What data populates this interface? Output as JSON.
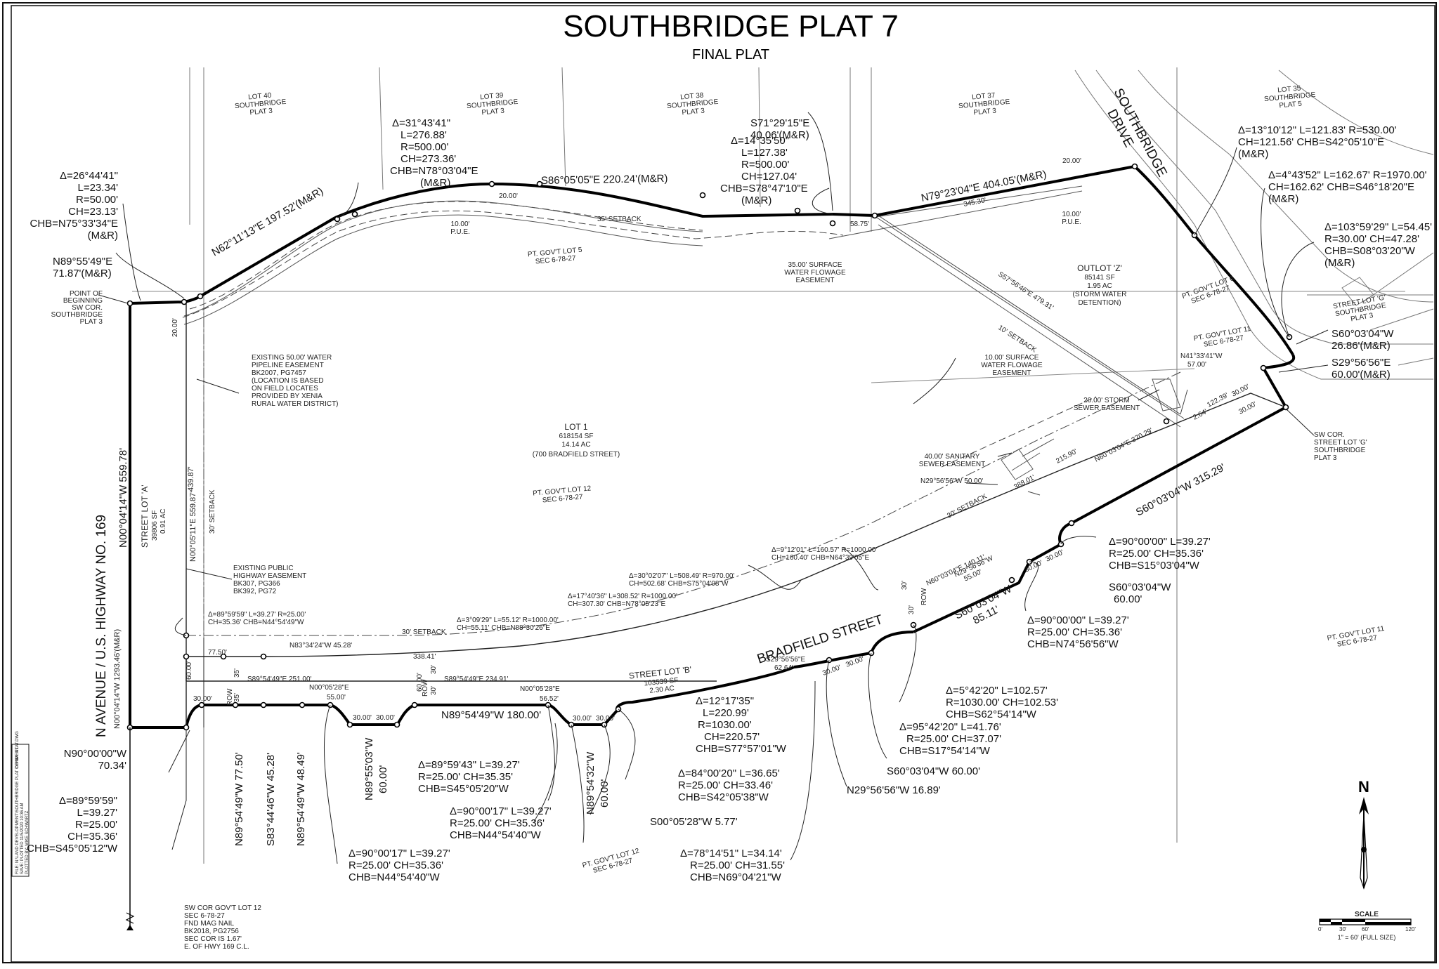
{
  "title": "SOUTHBRIDGE PLAT 7",
  "subtitle": "FINAL PLAT",
  "roads": {
    "highway": "N AVENUE  /  U.S. HIGHWAY NO. 169",
    "bradfield": "BRADFIELD STREET",
    "southbridge": [
      "SOUTHBRIDGE",
      "DRIVE"
    ]
  },
  "lots": {
    "lot1": [
      "LOT 1",
      "618154 SF",
      "14.14 AC",
      "(700 BRADFIELD STREET)"
    ],
    "outlot_z": [
      "OUTLOT 'Z'",
      "85141 SF",
      "1.95 AC",
      "(STORM WATER",
      "DETENTION)"
    ],
    "street_lot_a": [
      "STREET LOT 'A'",
      "39806 SF",
      "0.91 AC"
    ],
    "street_lot_b": [
      "STREET LOT 'B'",
      "103539 SF",
      "2.30 AC"
    ],
    "adjacent": [
      [
        "LOT 40",
        "SOUTHBRIDGE",
        "PLAT 3"
      ],
      [
        "LOT 39",
        "SOUTHBRIDGE",
        "PLAT 3"
      ],
      [
        "LOT 38",
        "SOUTHBRIDGE",
        "PLAT 3"
      ],
      [
        "LOT 37",
        "SOUTHBRIDGE",
        "PLAT 3"
      ],
      [
        "LOT 35",
        "SOUTHBRIDGE",
        "PLAT 5"
      ]
    ],
    "govt": [
      [
        "PT. GOV'T LOT 5",
        "SEC 6-78-27"
      ],
      [
        "PT. GOV'T LOT 12",
        "SEC 6-78-27"
      ],
      [
        "PT. GOV'T LOT 6",
        "SEC 6-78-27"
      ],
      [
        "PT. GOV'T LOT 11",
        "SEC 6-78-27"
      ],
      [
        "PT. GOV'T LOT 11",
        "SEC 6-78-27"
      ],
      [
        "PT. GOV'T LOT 12",
        "SEC 6-78-27"
      ]
    ],
    "street_lot_g": [
      "STREET LOT 'G'",
      "SOUTHBRIDGE",
      "PLAT 3"
    ]
  },
  "curves_top": [
    [
      "Δ=26°44'41\"",
      "L=23.34'",
      "R=50.00'",
      "CH=23.13'",
      "CHB=N75°33'34\"E",
      "(M&R)"
    ],
    [
      "Δ=31°43'41\"",
      "L=276.88'",
      "R=500.00'",
      "CH=273.36'",
      "CHB=N78°03'04\"E",
      "(M&R)"
    ],
    [
      "Δ=14°35'50\"",
      "L=127.38'",
      "R=500.00'",
      "CH=127.04'",
      "CHB=S78°47'10\"E",
      "(M&R)"
    ],
    [
      "Δ=13°10'12\"  L=121.83'  R=530.00'",
      "CH=121.56'  CHB=S42°05'10\"E",
      "(M&R)"
    ],
    [
      "Δ=4°43'52\"  L=162.67'  R=1970.00'",
      "CH=162.62'  CHB=S46°18'20\"E",
      "(M&R)"
    ],
    [
      "Δ=103°59'29\"  L=54.45'",
      "R=30.00'  CH=47.28'",
      "CHB=S08°03'20\"W",
      "(M&R)"
    ]
  ],
  "bearings": {
    "n89_top": [
      "N89°55'49\"E",
      "71.87'(M&R)"
    ],
    "pob": [
      "POINT OF",
      "BEGINNING",
      "SW COR.",
      "SOUTHBRIDGE",
      "PLAT 3"
    ],
    "n62": "N62°11'13\"E 197.52'(M&R)",
    "s86": "S86°05'05\"E 220.24'(M&R)",
    "s71": [
      "S71°29'15\"E",
      "40.06'(M&R)"
    ],
    "n79": "N79°23'04\"E 404.05'(M&R)",
    "n79_sub": "345.30'",
    "s60_2686": [
      "S60°03'04\"W",
      "26.86'(M&R)"
    ],
    "s29": [
      "S29°56'56\"E",
      "60.00'(M&R)"
    ],
    "s60_31529": "S60°03'04\"W 315.29'",
    "n41": [
      "N41°33'41\"W",
      "57.00'"
    ],
    "s57": "S57°56'46\"E 479.31'",
    "west_line": "N00°04'14\"W 559.78'",
    "west_line2": "N00°04'14\"W 1293.46'(M&R)",
    "inner_line": "N00°05'11\"E 559.87'",
    "inner_dim": "439.87'",
    "n90": [
      "N90°00'00\"W",
      "70.34'"
    ],
    "n89_180": "N89°54'49\"W 180.00'",
    "s60_8511": [
      "S60°03'04\"W",
      "85.11'"
    ],
    "n60_370": "N60°03'04\"E 370.29'",
    "n60_140": "N60°03'04\"E 140.11'",
    "n29_50": "N29°56'56\"W 50.00'",
    "n29_55": [
      "N29°56'56\"W",
      "55.00'"
    ],
    "d_215": "215.90'",
    "d_388": "388.01'",
    "d_122": "122.39'",
    "d_264": "2.64'",
    "d_5875": "58.75'",
    "d_3381": "338.41'",
    "d_7750": "77.50'",
    "n83_4528": "N83°34'24\"W 45.28'",
    "s89_251": "S89°54'49\"E 251.00'",
    "s89_234": "S89°54'49\"E 234.91'",
    "n00_55": [
      "N00°05'28\"E",
      "55.00'"
    ],
    "n00_5652": [
      "N00°05'28\"E",
      "56.52'"
    ],
    "s29_6264": [
      "S29°56'56\"E",
      "62.64'"
    ]
  },
  "curves_bottom": [
    [
      "Δ=9°12'01\"  L=160.57'  R=1000.00'",
      "CH=160.40'  CHB=N64°39'05\"E"
    ],
    [
      "Δ=30°02'07\"  L=508.49'  R=970.00'",
      "CH=502.68'  CHB=S75°04'08\"W"
    ],
    [
      "Δ=17°40'36\"  L=308.52'  R=1000.00'",
      "CH=307.30'  CHB=N78°05'23\"E"
    ],
    [
      "Δ=3°09'29\"  L=55.12'  R=1000.00'",
      "CH=55.11'  CHB=N88°30'26\"E"
    ],
    [
      "Δ=89°59'59\"  L=39.27'  R=25.00'",
      "CH=35.36'  CHB=N44°54'49\"W"
    ]
  ],
  "curves_lower": [
    [
      "Δ=90°00'00\"  L=39.27'",
      "R=25.00'  CH=35.36'",
      "CHB=S15°03'04\"W"
    ],
    [
      "Δ=90°00'00\"  L=39.27'",
      "R=25.00'  CH=35.36'",
      "CHB=N74°56'56\"W"
    ],
    [
      "Δ=5°42'20\"  L=102.57'",
      "R=1030.00'  CH=102.53'",
      "CHB=S62°54'14\"W"
    ],
    [
      "Δ=95°42'20\"  L=41.76'",
      "R=25.00'  CH=37.07'",
      "CHB=S17°54'14\"W"
    ],
    [
      "Δ=12°17'35\"",
      "L=220.99'",
      "R=1030.00'",
      "CH=220.57'",
      "CHB=S77°57'01\"W"
    ],
    [
      "Δ=84°00'20\"  L=36.65'",
      "R=25.00'  CH=33.46'",
      "CHB=S42°05'38\"W"
    ],
    [
      "Δ=89°59'43\"  L=39.27'",
      "R=25.00'  CH=35.35'",
      "CHB=S45°05'20\"W"
    ],
    [
      "Δ=90°00'17\"  L=39.27'",
      "R=25.00'  CH=35.36'",
      "CHB=N44°54'40\"W"
    ],
    [
      "Δ=90°00'17\"  L=39.27'",
      "R=25.00'  CH=35.36'",
      "CHB=N44°54'40\"W"
    ],
    [
      "Δ=78°14'51\"  L=34.14'",
      "R=25.00'  CH=31.55'",
      "CHB=N69°04'21\"W"
    ],
    [
      "Δ=89°59'59\"",
      "L=39.27'",
      "R=25.00'",
      "CH=35.36'",
      "CHB=S45°05'12\"W"
    ]
  ],
  "misc_bottom": {
    "s60_60": [
      "S60°03'04\"W",
      "60.00'"
    ],
    "s60_60b": "S60°03'04\"W 60.00'",
    "n29_1689": "N29°56'56\"W 16.89'",
    "s00_577": "S00°05'28\"W 5.77'",
    "v1": "N89°54'49\"W 77.50'",
    "v2": "S83°44'46\"W 45.28'",
    "v3": "N89°54'49\"W 48.49'",
    "v4": [
      "N89°55'03\"W",
      "60.00'"
    ],
    "v5": [
      "N89°54'32\"W",
      "60.00'"
    ]
  },
  "easements": {
    "water": [
      "EXISTING 50.00' WATER",
      "PIPELINE EASEMENT",
      "BK2007, PG7457",
      "(LOCATION IS BASED",
      "ON FIELD LOCATES",
      "PROVIDED BY XENIA",
      "RURAL WATER DISTRICT)"
    ],
    "highway": [
      "EXISTING PUBLIC",
      "HIGHWAY EASEMENT",
      "BK307, PG366",
      "BK392, PG72"
    ],
    "sw_flowage": [
      "35.00' SURFACE",
      "WATER FLOWAGE",
      "EASEMENT"
    ],
    "sw_flowage10": [
      "10.00' SURFACE",
      "WATER FLOWAGE",
      "EASEMENT"
    ],
    "storm": [
      "20.00' STORM",
      "SEWER EASEMENT"
    ],
    "sanitary": [
      "40.00' SANITARY",
      "SEWER EASEMENT"
    ],
    "pue": [
      "10.00'",
      "P.U.E."
    ],
    "pue2": [
      "10.00'",
      "P.U.E."
    ],
    "setbacks": [
      "35' SETBACK",
      "10' SETBACK",
      "30' SETBACK",
      "30' SETBACK",
      "30' SETBACK"
    ],
    "widths": [
      "20.00'",
      "20.00'",
      "20.00'",
      "60.00'",
      "60.00'",
      "30.00'",
      "30.00'",
      "30.00'",
      "30.00'",
      "30.00'",
      "30.00'",
      "30.00'",
      "30.00'",
      "30.00'",
      "30.00'",
      "30.00'"
    ],
    "row": [
      "ROW",
      "ROW",
      "ROW"
    ],
    "s35": [
      "35'",
      "35'",
      "30'",
      "30'",
      "30'",
      "30'"
    ]
  },
  "sw_corner": [
    "SW COR GOV'T LOT 12",
    "SEC 6-78-27",
    "FND MAG NAIL",
    "BK2018, PG2756",
    "SEC COR IS 1.67'",
    "E. OF HWY 169 C.L."
  ],
  "sw_cor_g": [
    "SW COR.",
    "STREET LOT 'G'",
    "SOUTHBRIDGE",
    "PLAT 3"
  ],
  "north": "N",
  "scale": {
    "label": "SCALE",
    "ticks": [
      "0'",
      "30'",
      "60'",
      "120'"
    ],
    "note": "1\" = 60' (FULL SIZE)"
  },
  "margin_note": [
    "FILE: N:\\LAND DEVELOPMENT\\SOUTHBRIDGE PLAT 7\\FINAL PLAT.DWG",
    "SAVE: PLOTTED 11/5/2020 10:36 AM",
    "PLOTTED BY: MIKE SCHWARTZ",
    "COMMENT:"
  ]
}
